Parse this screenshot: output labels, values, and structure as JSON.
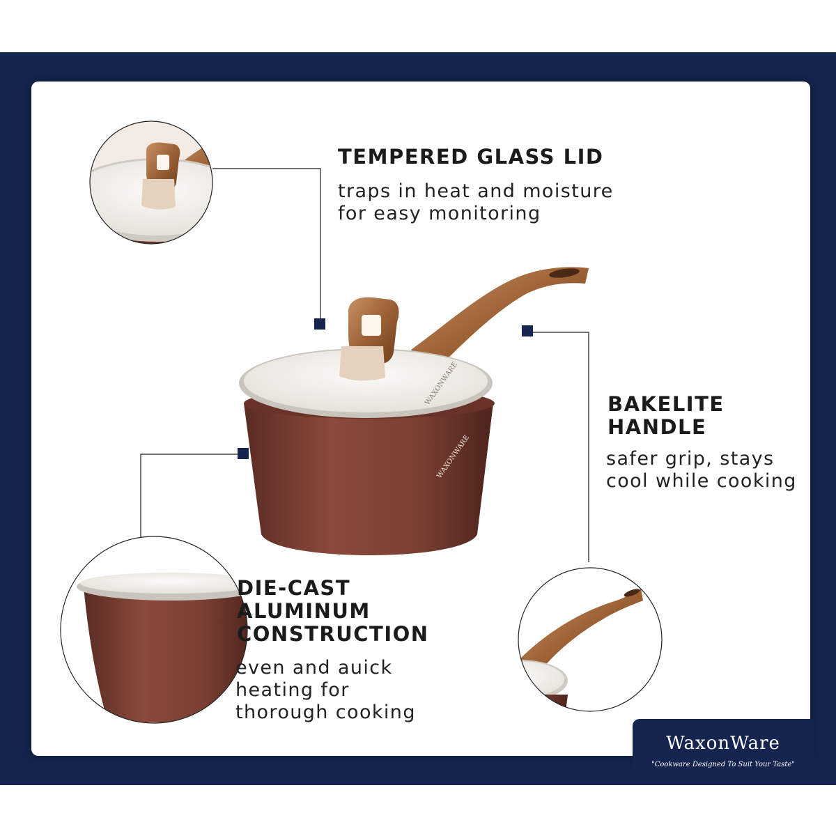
{
  "features": {
    "lid": {
      "heading": "TEMPERED GLASS LID",
      "description": "traps in heat and moisture\nfor easy monitoring"
    },
    "handle": {
      "heading": "BAKELITE\nHANDLE",
      "description": "safer grip, stays\ncool while cooking"
    },
    "body": {
      "heading": "DIE-CAST\nALUMINUM\nCONSTRUCTION",
      "description": "even and auick\nheating for\nthorough cooking"
    }
  },
  "brand": {
    "name": "WaxonWare",
    "tagline": "\"Cookware Designed To Suit Your Taste\"",
    "pot_logo_text": "WAXONWARE"
  },
  "colors": {
    "navy": "#15254f",
    "pot_copper": "#7a4034",
    "wood": "#a0673a",
    "glass_white": "#f3f0ea"
  }
}
